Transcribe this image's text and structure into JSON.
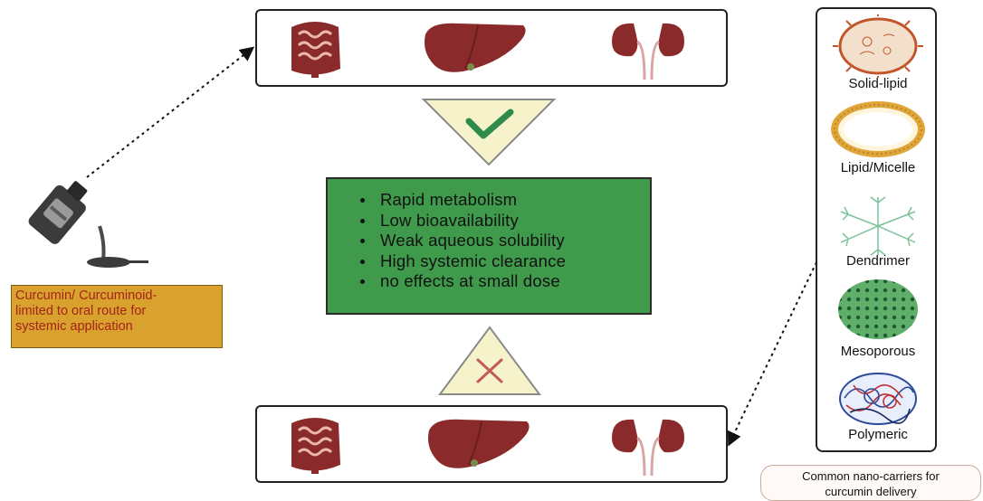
{
  "diagram": {
    "efficacy_list": [
      "Rapid metabolism",
      "Low bioavailability",
      "Weak aqueous solubility",
      "High systemic clearance",
      "no effects at small dose"
    ],
    "curcumin_label": {
      "lines": [
        "Curcumin/ Curcuminoid-",
        "limited to oral route for",
        "systemic application"
      ]
    },
    "nano_carriers": [
      {
        "label": "Solid-lipid",
        "icon": "solid-lipid-nanoparticle-icon"
      },
      {
        "label": "Lipid/Micelle",
        "icon": "lipid-micelle-icon"
      },
      {
        "label": "Dendrimer",
        "icon": "dendrimer-icon"
      },
      {
        "label": "Mesoporous",
        "icon": "mesoporous-particle-icon"
      },
      {
        "label": "Polymeric",
        "icon": "polymeric-nanoparticle-icon"
      }
    ],
    "caption": {
      "lines": [
        "Common nano-carriers for",
        "curcumin delivery"
      ]
    },
    "organs": [
      "intestine-icon",
      "liver-icon",
      "kidney-icon"
    ],
    "colors": {
      "green_box": "#3f9b4b",
      "triangle_fill": "#f6f2c9",
      "check": "#2f8b4b",
      "cross": "#c55a5a",
      "organ": "#8b2a2a",
      "label_bg": "#d9a22e",
      "label_text": "#a4231b"
    }
  }
}
